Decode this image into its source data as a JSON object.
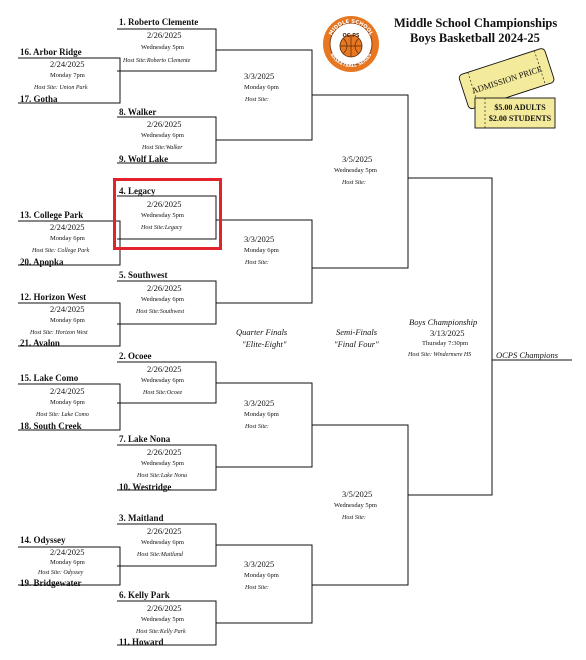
{
  "header": {
    "line1": "Middle School Championships",
    "line2": "Boys Basketball 2024-25"
  },
  "logo": {
    "top_text": "MIDDLE SCHOOL",
    "bottom_text": "BASKETBALL SERIES",
    "emblem": "OC PS"
  },
  "ticket": {
    "heading": "ADMISSION PRICE",
    "adults": "$5.00 ADULTS",
    "students": "$2.00 STUDENTS"
  },
  "first_round": [
    {
      "date": "2/24/2025",
      "time": "Monday 7pm",
      "host": "Host Site: Union Park",
      "top": "16. Arbor Ridge",
      "bottom": "17. Gotha"
    },
    {
      "date": "2/24/2025",
      "time": "Monday 6pm",
      "host": "Host Site: College Park",
      "top": "13. College Park",
      "bottom": "20. Apopka"
    },
    {
      "date": "2/24/2025",
      "time": "Monday 6pm",
      "host": "Host Site: Horizon West",
      "top": "12. Horizon West",
      "bottom": "21. Avalon"
    },
    {
      "date": "2/24/2025",
      "time": "Monday 6pm",
      "host": "Host Site: Lake Como",
      "top": "15. Lake Como",
      "bottom": "18. South Creek"
    },
    {
      "date": "2/24/2025",
      "time": "Monday 6pm",
      "host": "Host Site: Odyssey",
      "top": "14. Odyssey",
      "bottom": "19. Bridgewater"
    }
  ],
  "second_round": [
    {
      "top": "1. Roberto Clemente",
      "date": "2/26/2025",
      "time": "Wednesday 5pm",
      "host": "Host Site:Roberto Clemente"
    },
    {
      "top": "8. Walker",
      "date": "2/26/2025",
      "time": "Wednesday 6pm",
      "host": "Host Site:Walker",
      "bottom": "9. Wolf Lake"
    },
    {
      "top": "4. Legacy",
      "date": "2/26/2025",
      "time": "Wednesday 5pm",
      "host": "Host Site:Legacy"
    },
    {
      "top": "5. Southwest",
      "date": "2/26/2025",
      "time": "Wednesday 6pm",
      "host": "Host Site:Southwest"
    },
    {
      "top": "2. Ocoee",
      "date": "2/26/2025",
      "time": "Wednesday 6pm",
      "host": "Host Site:Ocoee"
    },
    {
      "top": "7. Lake Nona",
      "date": "2/26/2025",
      "time": "Wednesday 5pm",
      "host": "Host Site:Lake Nona",
      "bottom": "10. Westridge"
    },
    {
      "top": "3. Maitland",
      "date": "2/26/2025",
      "time": "Wednesday 6pm",
      "host": "Host Site:Maitland"
    },
    {
      "top": "6. Kelly Park",
      "date": "2/26/2025",
      "time": "Wednesday 5pm",
      "host": "Host Site:Kelly Park",
      "bottom": "11. Howard"
    }
  ],
  "quarter_finals": [
    {
      "date": "3/3/2025",
      "time": "Monday 6pm",
      "host": "Host Site:"
    },
    {
      "date": "3/3/2025",
      "time": "Monday 6pm",
      "host": "Host Site:"
    },
    {
      "date": "3/3/2025",
      "time": "Monday 6pm",
      "host": "Host Site:"
    },
    {
      "date": "3/3/2025",
      "time": "Monday 6pm",
      "host": "Host Site:"
    }
  ],
  "semi_finals": [
    {
      "date": "3/5/2025",
      "time": "Wednesday 5pm",
      "host": "Host Site:"
    },
    {
      "date": "3/5/2025",
      "time": "Wednesday 5pm",
      "host": "Host Site:"
    }
  ],
  "championship": {
    "title": "Boys Championship",
    "date": "3/13/2025",
    "time": "Thursday 7:30pm",
    "host": "Host Site: Windermere HS",
    "winner_label": "OCPS Champions"
  },
  "round_labels": {
    "qf1": "Quarter Finals",
    "qf2": "\"Elite-Eight\"",
    "sf1": "Semi-Finals",
    "sf2": "\"Final Four\""
  },
  "colors": {
    "highlight": "#e3232c",
    "logo_orange": "#e87722",
    "ticket_fill": "#f3ea9c"
  }
}
